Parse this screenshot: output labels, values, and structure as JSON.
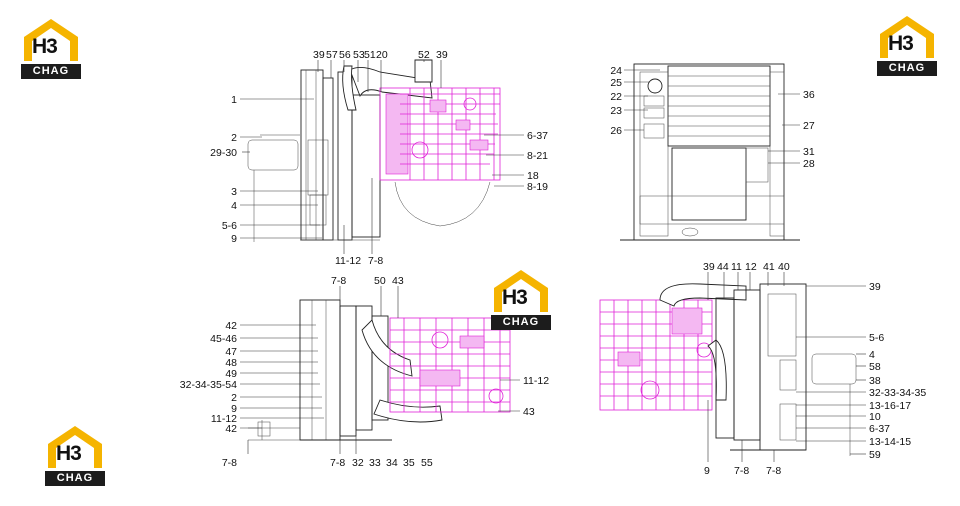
{
  "brand": {
    "logo_text": "H3",
    "logo_sub": "CHAG",
    "accent": "#f5b400"
  },
  "engine_color": "#e020d8",
  "panels": {
    "top_left": {
      "top_labels": [
        "39",
        "57",
        "56",
        "53",
        "51",
        "20",
        "52",
        "39"
      ],
      "left_labels": [
        "1",
        "2",
        "29-30",
        "3",
        "4",
        "5-6",
        "9"
      ],
      "right_labels": [
        "6-37",
        "8-21",
        "18",
        "8-19"
      ],
      "bottom_labels": [
        "11-12",
        "7-8"
      ]
    },
    "top_right": {
      "left_labels": [
        "24",
        "25",
        "22",
        "23",
        "26"
      ],
      "right_labels": [
        "36",
        "27",
        "31",
        "28"
      ]
    },
    "bottom_left": {
      "top_labels": [
        "7-8",
        "50",
        "43"
      ],
      "left_labels": [
        "42",
        "45-46",
        "47",
        "48",
        "49",
        "32-34-35-54",
        "2",
        "9",
        "11-12",
        "42",
        "7-8"
      ],
      "right_labels": [
        "11-12",
        "43"
      ],
      "bottom_labels": [
        "7-8",
        "32",
        "33",
        "34",
        "35",
        "55"
      ]
    },
    "bottom_right": {
      "top_labels": [
        "39",
        "44",
        "11",
        "12",
        "41",
        "40"
      ],
      "right_labels": [
        "39",
        "5-6",
        "4",
        "58",
        "38",
        "32-33-34-35",
        "13-16-17",
        "10",
        "6-37",
        "13-14-15",
        "59"
      ],
      "bottom_labels": [
        "9",
        "7-8",
        "7-8"
      ]
    }
  }
}
